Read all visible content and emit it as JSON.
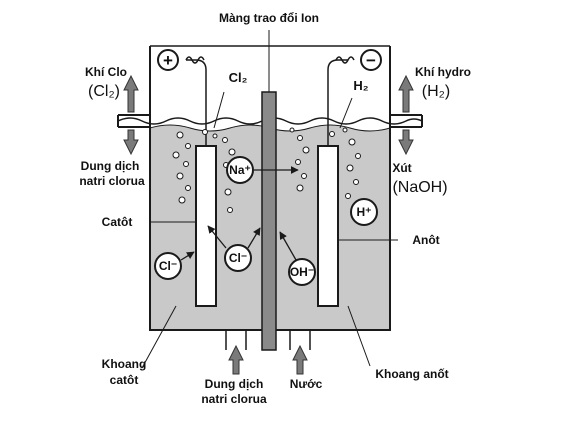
{
  "labels": {
    "membrane": "Màng trao đổi Ion",
    "chlorine_gas": "Khí Clo",
    "chlorine_formula": "(Cl₂)",
    "hydrogen_gas": "Khí hydro",
    "hydrogen_formula": "(H₂)",
    "cl2_at_electrode": "Cl₂",
    "h2_at_electrode": "H₂",
    "brine_out_line1": "Dung dịch",
    "brine_out_line2": "natri clorua",
    "caustic": "Xút",
    "caustic_formula": "(NaOH)",
    "cathode": "Catôt",
    "anode": "Anôt",
    "cathode_chamber_line1": "Khoang",
    "cathode_chamber_line2": "catôt",
    "brine_in_line1": "Dung dịch",
    "brine_in_line2": "natri clorua",
    "water": "Nước",
    "anode_chamber": "Khoang anốt"
  },
  "ions": {
    "na": "Na⁺",
    "h": "H⁺",
    "cl_left": "Cl⁻",
    "cl_center": "Cl⁻",
    "oh": "OH⁻"
  },
  "terminals": {
    "positive": "+",
    "negative": "−"
  },
  "colors": {
    "electrolyte": "#c9c9c9",
    "electrode": "#ffffff",
    "outline": "#1a1a1a",
    "membrane": "#8a8a8a",
    "arrow": "#7a7a7a"
  }
}
